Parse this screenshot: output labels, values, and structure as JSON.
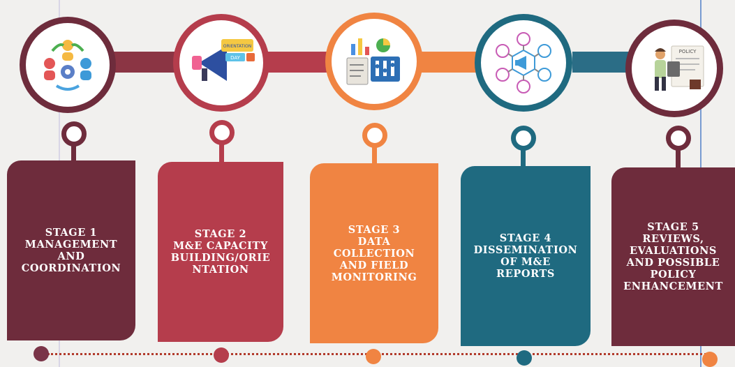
{
  "colors": {
    "stage1": "#6e2c3c",
    "stage2": "#b53d4c",
    "stage3": "#f08442",
    "stage4": "#1f6a80",
    "stage5": "#6e2c3c",
    "dotted_line": "#b23a2b",
    "background": "#f1f0ee"
  },
  "stages": [
    {
      "id": "stage-1",
      "lines": [
        "STAGE 1",
        "MANAGEMENT",
        "AND",
        "COORDINATION"
      ],
      "icon": "team-coordination-icon"
    },
    {
      "id": "stage-2",
      "lines": [
        "STAGE 2",
        "M&E CAPACITY",
        "BUILDING/ORIE",
        "NTATION"
      ],
      "icon": "megaphone-icon",
      "icon_text": [
        "ORIENTATION",
        "DAY"
      ]
    },
    {
      "id": "stage-3",
      "lines": [
        "STAGE 3",
        "DATA",
        "COLLECTION",
        "AND FIELD",
        "MONITORING"
      ],
      "icon": "data-dashboard-icon"
    },
    {
      "id": "stage-4",
      "lines": [
        "STAGE 4",
        "DISSEMINATION",
        "OF M&E",
        "REPORTS"
      ],
      "icon": "network-broadcast-icon"
    },
    {
      "id": "stage-5",
      "lines": [
        "STAGE 5",
        "REVIEWS,",
        "EVALUATIONS",
        "AND POSSIBLE",
        "POLICY",
        "ENHANCEMENT"
      ],
      "icon": "policy-review-icon",
      "icon_text": [
        "POLICY"
      ]
    }
  ]
}
